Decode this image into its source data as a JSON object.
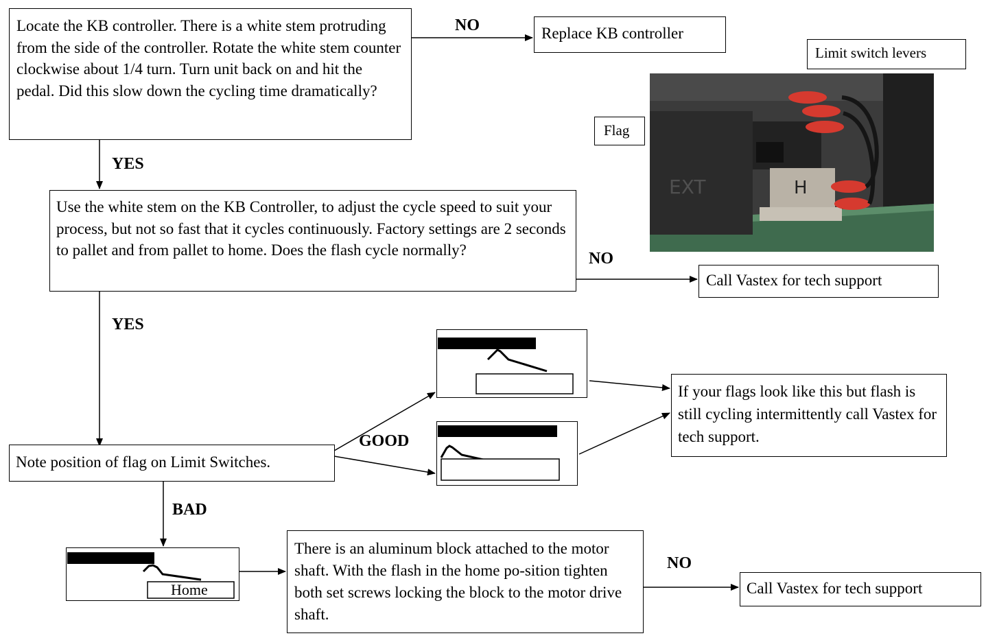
{
  "boxes": {
    "kb_check": "Locate the KB controller. There is a white stem protruding from the side of the controller. Rotate the white stem counter clockwise about 1/4 turn. Turn unit back on and hit the pedal. Did this slow down the cycling time dramatically?",
    "replace_kb": "Replace KB controller",
    "adjust_speed": "Use the white stem on the KB Controller, to adjust the cycle speed to suit your process, but not so fast that it cycles continuously. Factory settings are 2 seconds to pallet and from pallet to home. Does the flash cycle normally?",
    "call_vastex_1": "Call Vastex for tech support",
    "note_position": "Note position of flag on Limit Switches.",
    "flags_good_note": "If your flags look like this but flash is still cycling intermittently call Vastex for tech support.",
    "aluminum_block": "There is an aluminum block attached to the motor shaft. With the flash in the home po-sition tighten both set screws locking the block to the motor drive shaft.",
    "call_vastex_2": "Call Vastex for tech support"
  },
  "labels": {
    "no_1": "NO",
    "yes_1": "YES",
    "no_2": "NO",
    "yes_2": "YES",
    "good": "GOOD",
    "bad": "BAD",
    "no_3": "NO"
  },
  "photo": {
    "limit_switch_levers": "Limit switch levers",
    "flag": "Flag",
    "plate_letter": "H",
    "plate_letter_2": "EXT"
  },
  "diagram_home_label": "Home"
}
